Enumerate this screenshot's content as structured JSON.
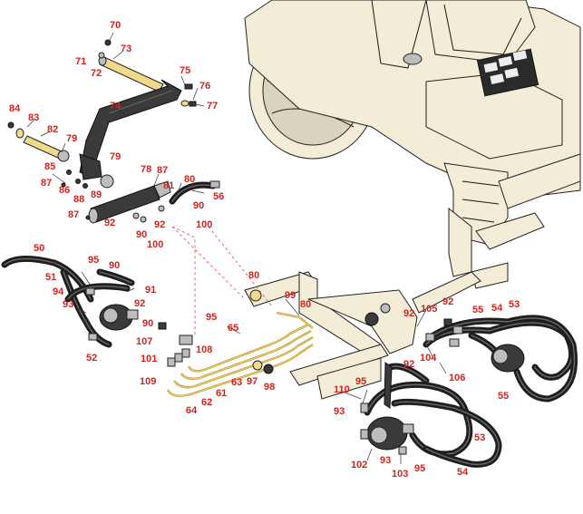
{
  "callouts": {
    "c50": "50",
    "c51": "51",
    "c52": "52",
    "c53a": "53",
    "c53b": "53",
    "c54a": "54",
    "c54b": "54",
    "c55a": "55",
    "c55b": "55",
    "c56": "56",
    "c61": "61",
    "c62": "62",
    "c63": "63",
    "c64": "64",
    "c65": "65",
    "c70": "70",
    "c71": "71",
    "c72": "72",
    "c73": "73",
    "c74": "74",
    "c75": "75",
    "c76": "76",
    "c77": "77",
    "c78": "78",
    "c79a": "79",
    "c79b": "79",
    "c80a": "80",
    "c80b": "80",
    "c80c": "80",
    "c81": "81",
    "c82": "82",
    "c83": "83",
    "c84": "84",
    "c85": "85",
    "c86": "86",
    "c87a": "87",
    "c87b": "87",
    "c87c": "87",
    "c88": "88",
    "c89": "89",
    "c90a": "90",
    "c90b": "90",
    "c90c": "90",
    "c90d": "90",
    "c91": "91",
    "c92a": "92",
    "c92b": "92",
    "c92c": "92",
    "c92d": "92",
    "c92e": "92",
    "c92f": "92",
    "c93a": "93",
    "c93b": "93",
    "c93c": "93",
    "c94": "94",
    "c95a": "95",
    "c95b": "95",
    "c95c": "95",
    "c95d": "95",
    "c97": "97",
    "c98": "98",
    "c99": "99",
    "c100a": "100",
    "c100b": "100",
    "c101": "101",
    "c102": "102",
    "c103": "103",
    "c104": "104",
    "c105": "105",
    "c106": "106",
    "c107": "107",
    "c108": "108",
    "c109": "109",
    "c110": "110"
  },
  "colors": {
    "callout_text": "#d2231f",
    "machine_body": "#f3ecd6",
    "hose": "#1e1e1e",
    "hydraulic_tube": "#b8922a",
    "fitting_metal": "#bdbdbd"
  },
  "icons": {
    "machine": "mower-chassis-illustration",
    "cylinder": "hydraulic-lift-cylinder",
    "motor": "hydraulic-motor",
    "lift_arm": "lift-arm"
  }
}
